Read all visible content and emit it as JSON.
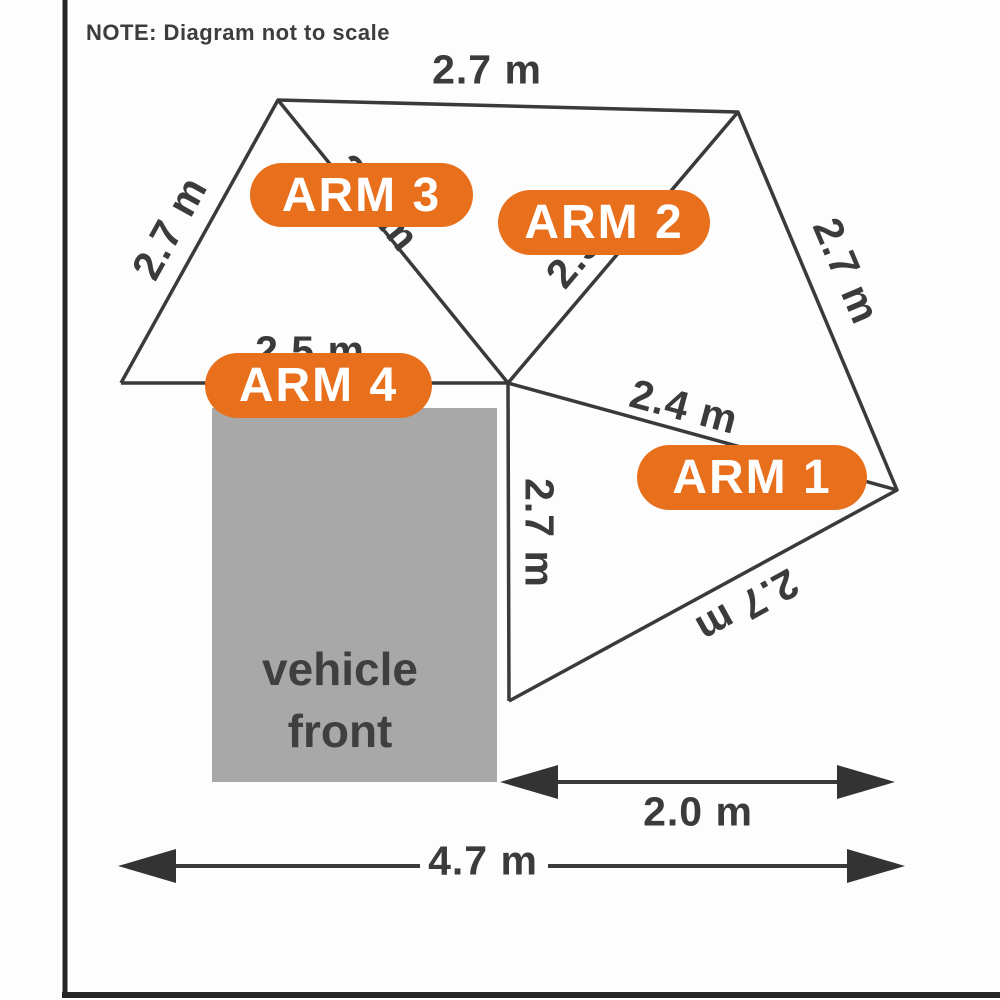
{
  "note": "NOTE: Diagram not to scale",
  "badges": {
    "arm1": {
      "label": "ARM 1"
    },
    "arm2": {
      "label": "ARM 2"
    },
    "arm3": {
      "label": "ARM 3"
    },
    "arm4": {
      "label": "ARM 4"
    }
  },
  "dims": {
    "top_edge": "2.7 m",
    "left_edge": "2.7 m",
    "right_edge": "2.7 m",
    "lower_right_edge": "2.7 m",
    "arm4_length": "2.5 m",
    "arm3_length": "2.5 m",
    "arm2_length": "2.5 m",
    "arm1_length": "2.4 m",
    "center_drop": "2.7 m",
    "awning_depth": "2.0 m",
    "total_length": "4.7 m"
  },
  "vehicle": {
    "line1": "vehicle",
    "line2": "front"
  },
  "colors": {
    "badge_orange": "#e8701c",
    "line_dark": "#3a3a3a",
    "vehicle_gray": "#a8a8a8",
    "text_dark": "#3b3b3b"
  }
}
